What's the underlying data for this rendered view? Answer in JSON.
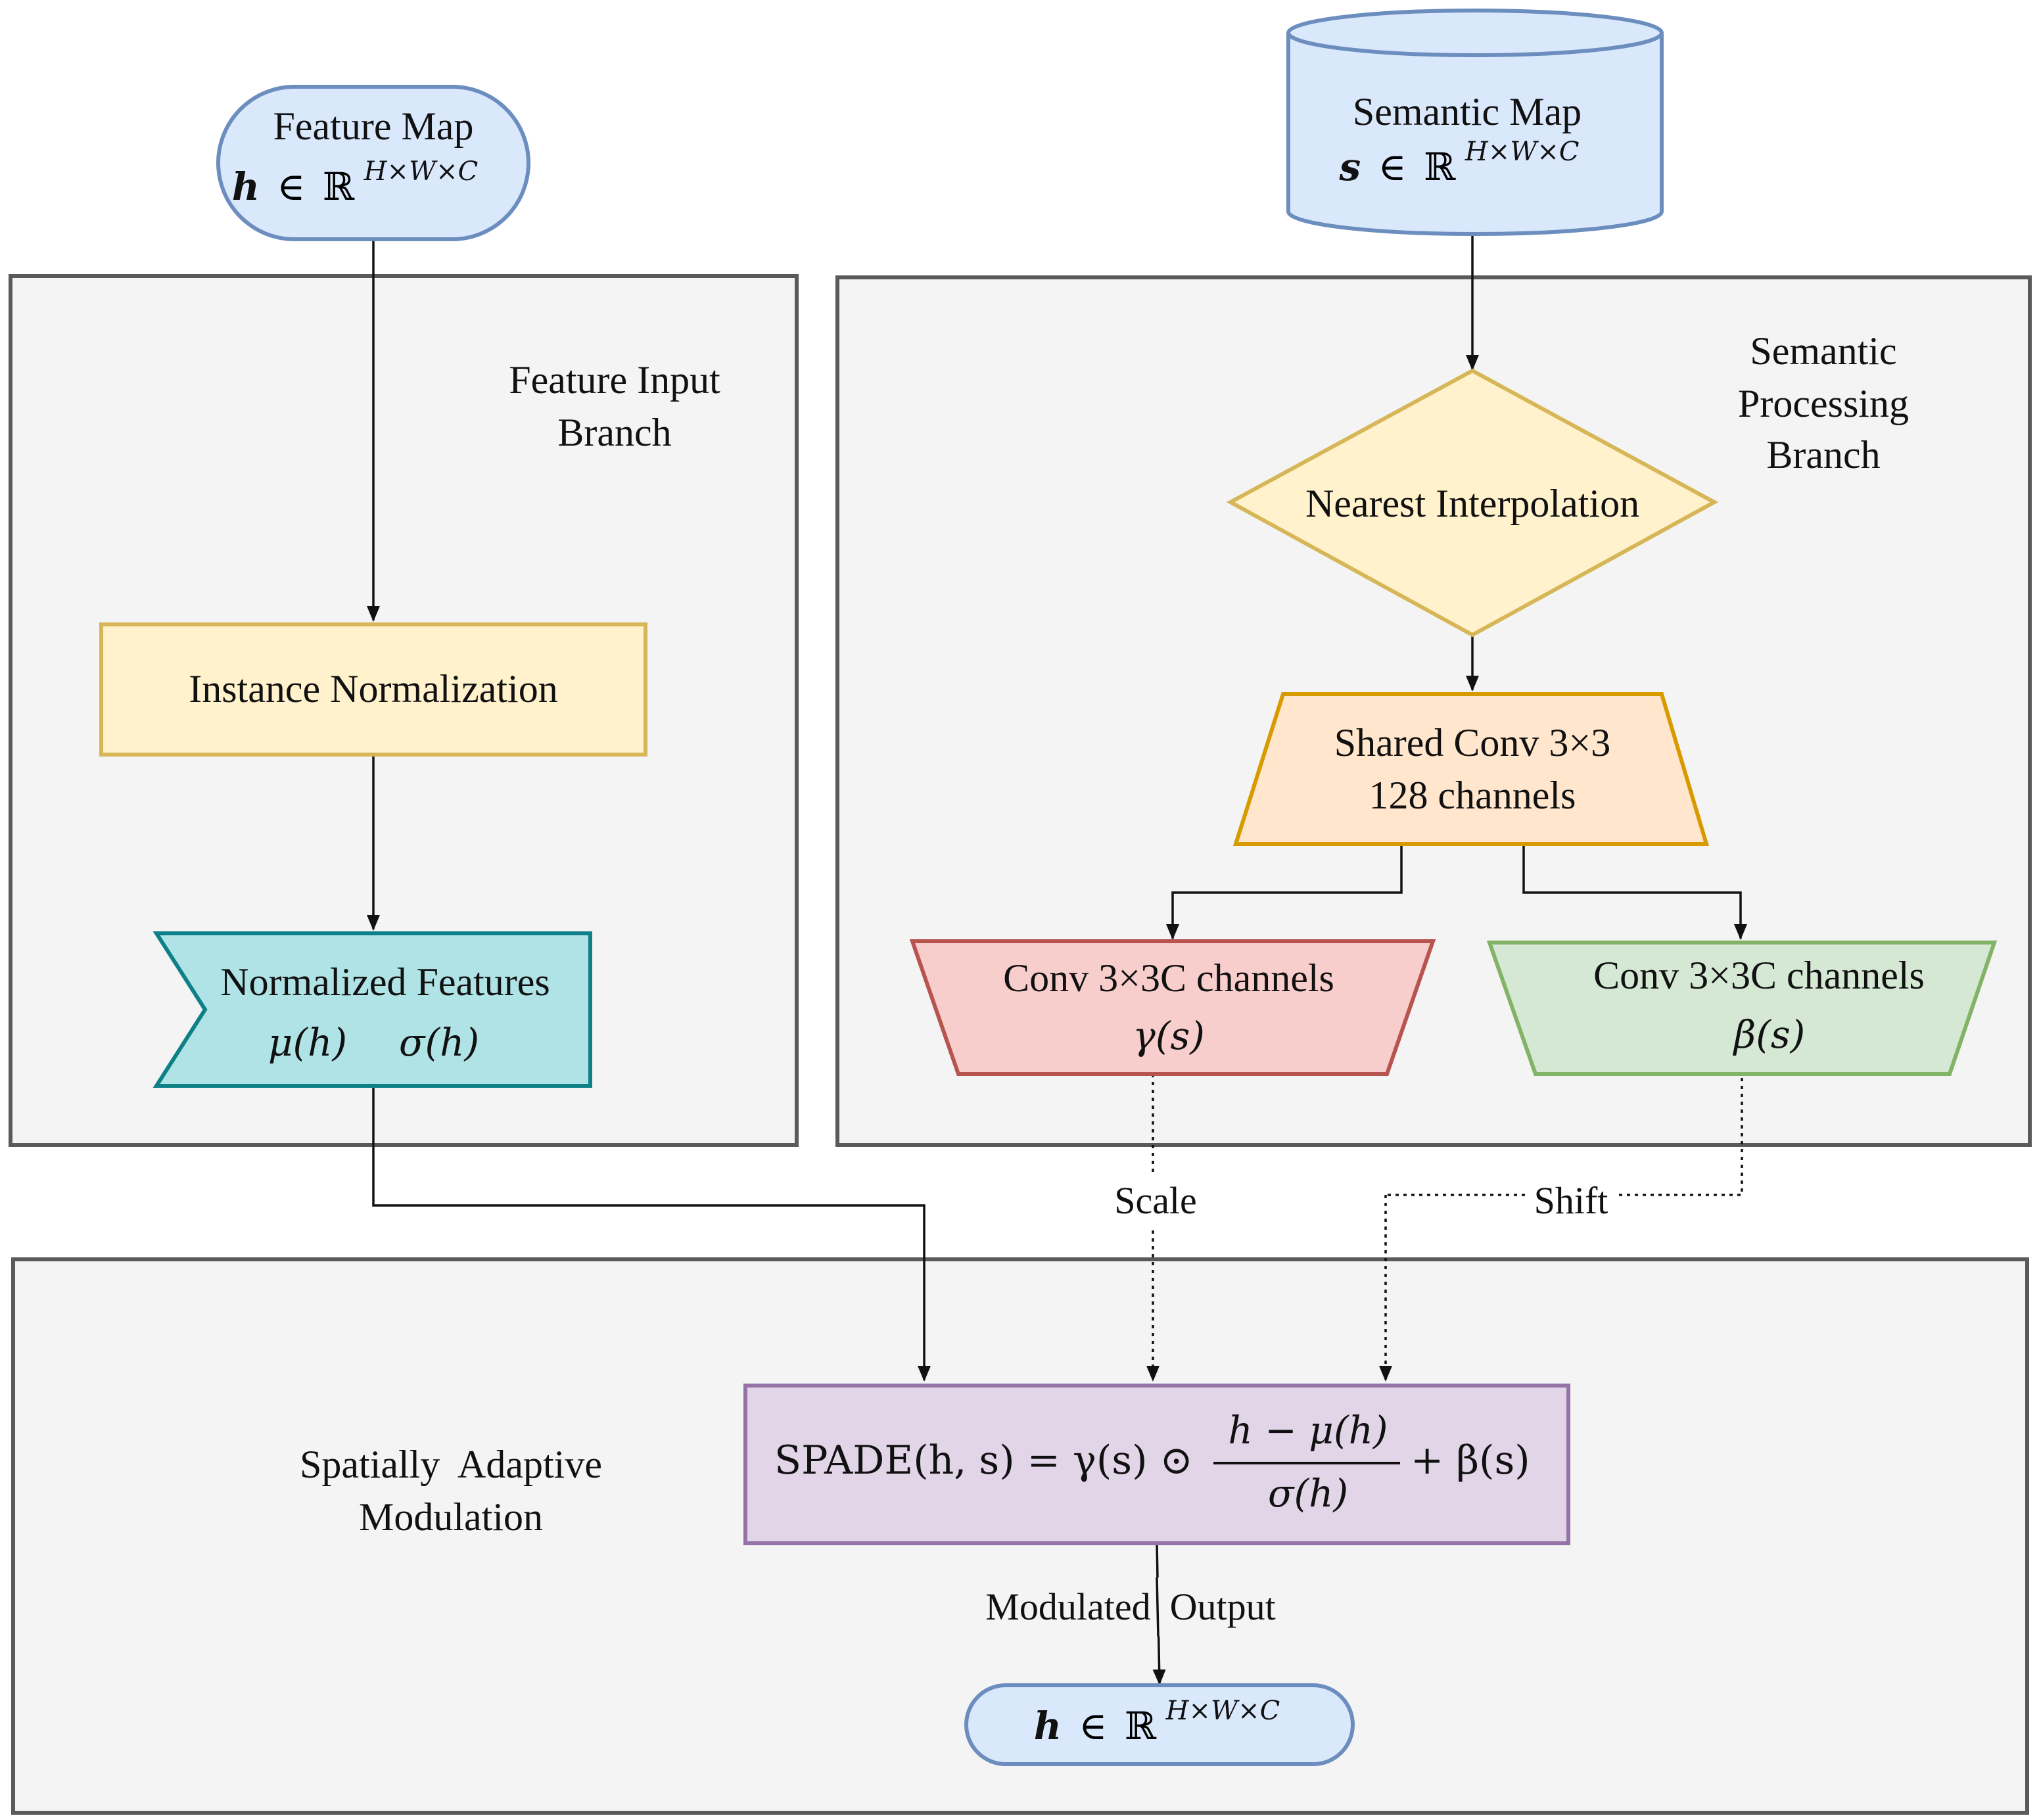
{
  "colors": {
    "blue_fill": "#dae8fc",
    "blue_stroke": "#6c8ebf",
    "yellow_fill": "#fff2cc",
    "yellow_stroke": "#d6b656",
    "orange_fill": "#ffe6cc",
    "orange_stroke": "#d79b00",
    "teal_fill": "#b0e3e6",
    "teal_stroke": "#0e8088",
    "red_fill": "#f8cecc",
    "red_stroke": "#b85450",
    "green_fill": "#d5e8d4",
    "green_stroke": "#82b366",
    "purple_fill": "#e1d5e7",
    "purple_stroke": "#9673a6",
    "group_fill": "#f4f4f4",
    "group_stroke": "#5a5a5a"
  },
  "groups": {
    "feature_branch": {
      "line1": "Feature Input",
      "line2": "Branch"
    },
    "semantic_branch": {
      "line1": "Semantic",
      "line2": "Processing",
      "line3": "Branch"
    },
    "modulation": {
      "line1": "Spatially  Adaptive",
      "line2": "Modulation"
    }
  },
  "nodes": {
    "feature_map": {
      "title": "Feature Map",
      "var": "h",
      "rel": "∈",
      "set": "ℝ",
      "sup": "H×W×C"
    },
    "semantic_map": {
      "title": "Semantic Map",
      "var": "s",
      "rel": "∈",
      "set": "ℝ",
      "sup": "H×W×C"
    },
    "instance_norm": {
      "label": "Instance Normalization"
    },
    "normalized_features": {
      "label": "Normalized Features",
      "mu": "μ(h)",
      "sigma": "σ(h)"
    },
    "nearest_interp": {
      "label": "Nearest Interpolation"
    },
    "shared_conv": {
      "line1": "Shared Conv 3×3",
      "line2": "128 channels"
    },
    "conv_gamma": {
      "label": "Conv 3×3C channels",
      "fn": "γ(s)"
    },
    "conv_beta": {
      "label": "Conv 3×3C channels",
      "fn": "β(s)"
    },
    "spade": {
      "lhs": "SPADE(h, s) = γ(s) ⊙",
      "numerator": "h − μ(h)",
      "denominator": "σ(h)",
      "rhs": "+ β(s)"
    },
    "output": {
      "var": "h",
      "rel": "∈",
      "set": "ℝ",
      "sup": "H×W×C"
    }
  },
  "edge_labels": {
    "scale": "Scale",
    "shift": "Shift",
    "modulated_output": "Modulated  Output"
  }
}
